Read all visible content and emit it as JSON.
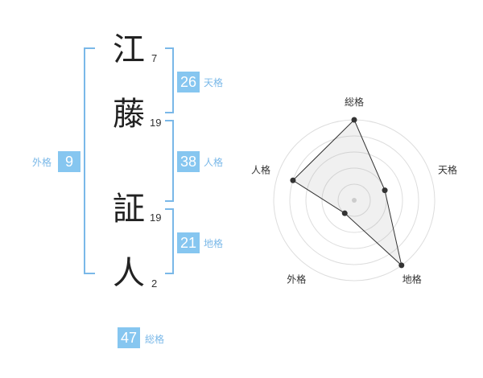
{
  "name": {
    "chars": [
      "江",
      "藤",
      "証",
      "人"
    ],
    "strokes": [
      "7",
      "19",
      "19",
      "2"
    ]
  },
  "scores": {
    "ten": {
      "value": "26",
      "label": "天格"
    },
    "jin": {
      "value": "38",
      "label": "人格"
    },
    "chi": {
      "value": "21",
      "label": "地格"
    },
    "gai": {
      "value": "9",
      "label": "外格"
    },
    "so": {
      "value": "47",
      "label": "総格"
    }
  },
  "colors": {
    "accent": "#86c6f0",
    "bracket": "#7ab8e8",
    "text": "#222222"
  },
  "chart_data": {
    "type": "radar",
    "axes": [
      "総格",
      "天格",
      "地格",
      "外格",
      "人格"
    ],
    "values": [
      5,
      2,
      5,
      1,
      4
    ],
    "max": 5,
    "rings": 5
  }
}
